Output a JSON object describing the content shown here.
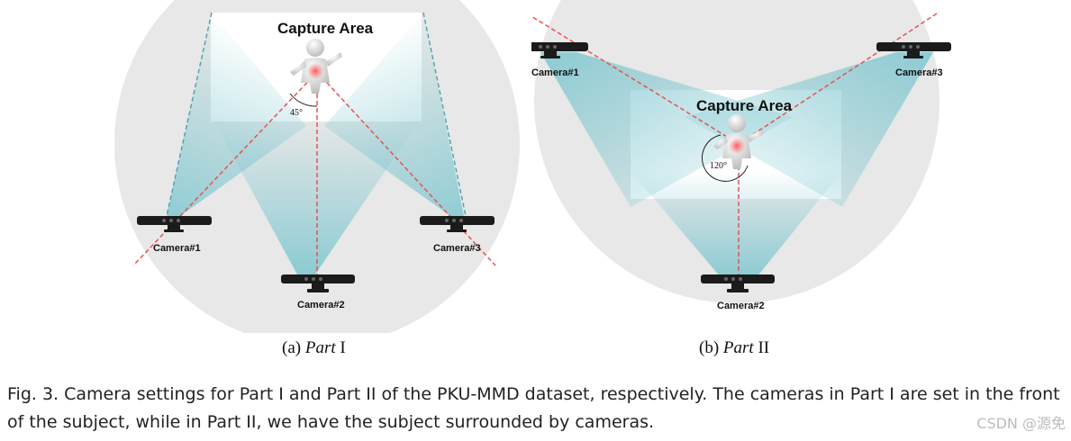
{
  "panels": [
    {
      "id": "a",
      "capture_area_label": "Capture Area",
      "angle_label": "45°",
      "cameras": [
        "Camera#1",
        "Camera#2",
        "Camera#3"
      ],
      "caption_prefix": "(a) ",
      "caption_italic": "Part",
      "caption_suffix": " I"
    },
    {
      "id": "b",
      "capture_area_label": "Capture Area",
      "angle_label": "120°",
      "cameras": [
        "Camera#1",
        "Camera#2",
        "Camera#3"
      ],
      "caption_prefix": "(b) ",
      "caption_italic": "Part",
      "caption_suffix": " II"
    }
  ],
  "figure_caption": "Fig. 3.  Camera settings for Part I and Part II of the PKU-MMD dataset, respectively. The cameras in Part I are set in the front of the subject, while in Part II, we have the subject surrounded by cameras.",
  "watermark": "CSDN @源免",
  "colors": {
    "field_of_view": "#8fcfd6",
    "sight_line": "#e8524f",
    "background_circle": "#e6e6e6",
    "camera_body": "#1b1b1b"
  }
}
